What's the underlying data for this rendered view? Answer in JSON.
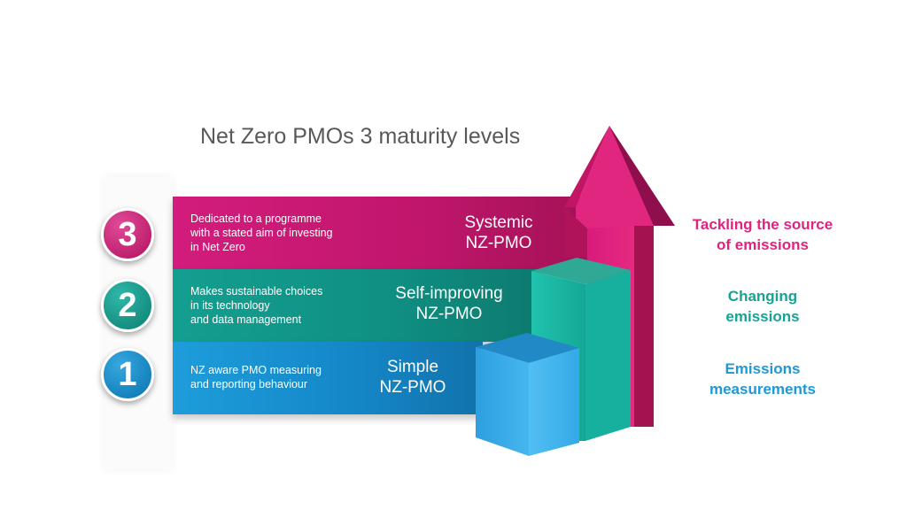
{
  "title": "Net Zero PMOs 3 maturity levels",
  "levels": [
    {
      "number": "3",
      "description": [
        "Dedicated to a programme",
        "with a stated aim of investing",
        "in Net Zero"
      ],
      "name": [
        "Systemic",
        "NZ-PMO"
      ],
      "outcome": [
        "Tackling the source",
        "of emissions"
      ],
      "color": "#d31c7d"
    },
    {
      "number": "2",
      "description": [
        "Makes sustainable choices",
        "in its technology",
        "and data management"
      ],
      "name": [
        "Self-improving",
        "NZ-PMO"
      ],
      "outcome": [
        "Changing",
        "emissions"
      ],
      "color": "#139f90"
    },
    {
      "number": "1",
      "description": [
        "NZ aware PMO measuring",
        "and reporting behaviour"
      ],
      "name": [
        "Simple",
        "NZ-PMO"
      ],
      "outcome": [
        "Emissions",
        "measurements"
      ],
      "color": "#1e9ddb"
    }
  ],
  "icons": {
    "arrow": "up-arrow-icon",
    "steps": "bar-steps-icon"
  }
}
